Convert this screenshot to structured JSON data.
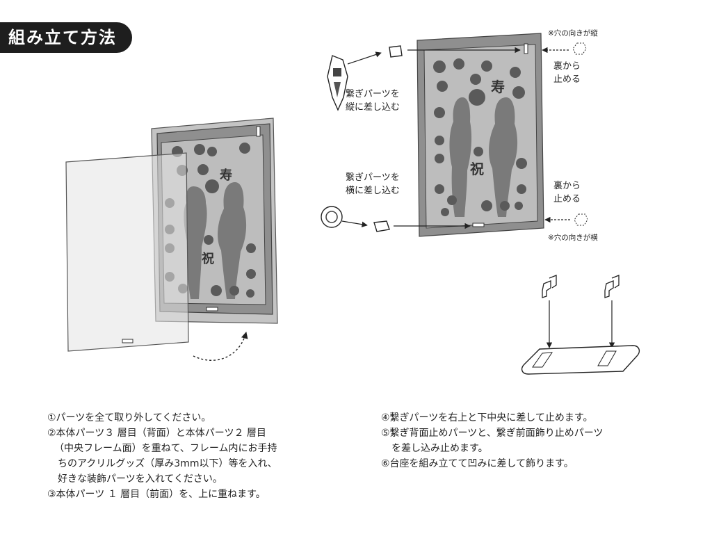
{
  "header": {
    "title": "組み立て方法"
  },
  "diagram": {
    "vertical_insert": [
      "繋ぎパーツを",
      "縦に差し込む"
    ],
    "horizontal_insert": [
      "繋ぎパーツを",
      "横に差し込む"
    ],
    "stop_from_back_top": [
      "裏から",
      "止める"
    ],
    "stop_from_back_bottom": [
      "裏から",
      "止める"
    ],
    "hole_vertical_note": "※穴の向きが縦",
    "hole_horizontal_note": "※穴の向きが横",
    "glyph_kotobuki": "寿",
    "glyph_iwai": "祝"
  },
  "steps_left": [
    {
      "lines": [
        "①パーツを全て取り外してください。"
      ]
    },
    {
      "lines": [
        "②本体パーツ３ 層目（背面）と本体パーツ２ 層目",
        "（中央フレーム面）を重ねて、フレーム内にお手持",
        "ちのアクリルグッズ（厚み3mm以下）等を入れ、",
        "好きな装飾パーツを入れてください。"
      ]
    },
    {
      "lines": [
        "③本体パーツ １ 層目（前面）を、上に重ねます。"
      ]
    }
  ],
  "steps_right": [
    {
      "lines": [
        "④繋ぎパーツを右上と下中央に差して止めます。"
      ]
    },
    {
      "lines": [
        "⑤繋ぎ背面止めパーツと、繋ぎ前面飾り止めパーツ",
        "を差し込み止めます。"
      ]
    },
    {
      "lines": [
        "⑥台座を組み立てて凹みに差して飾ります。"
      ]
    }
  ],
  "colors": {
    "tab_bg": "#1e1e1e",
    "frame": "#8f8f8f",
    "panel": "#b9b9b9",
    "decor": "#5a5a5a"
  }
}
